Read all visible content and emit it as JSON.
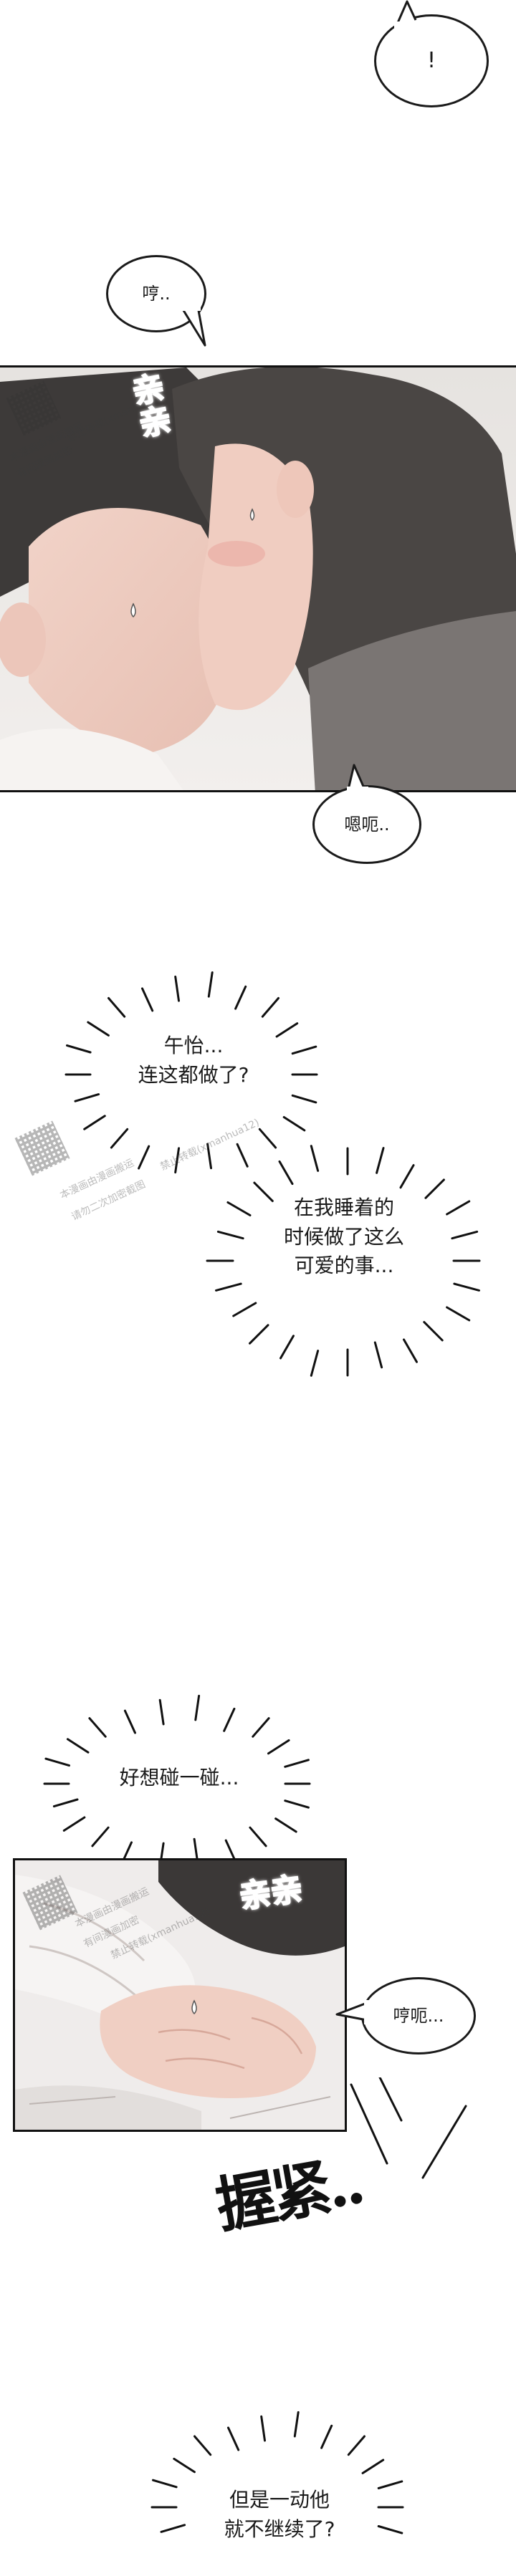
{
  "bubbles": {
    "exclaim": "!",
    "hm": "哼..",
    "mm": "嗯呃..",
    "hmph": "哼呃..."
  },
  "sfx": {
    "kiss_top": "亲亲",
    "kiss_mid": "亲亲",
    "grip": "握紧.."
  },
  "thoughts": {
    "t1": "午怡...\n连这都做了?",
    "t2": "在我睡着的\n时候做了这么\n可爱的事...",
    "t3": "好想碰一碰...",
    "t4": "但是一动他\n就不继续了?"
  },
  "watermark": {
    "line1": "本漫画由漫画搬运",
    "line2": "有间漫画加密",
    "line3": "请勿二次加密截图",
    "line4": "禁止转载(xmanhua12)"
  },
  "colors": {
    "sfx_red": "#e04a4a",
    "ink": "#1a1a1a"
  }
}
